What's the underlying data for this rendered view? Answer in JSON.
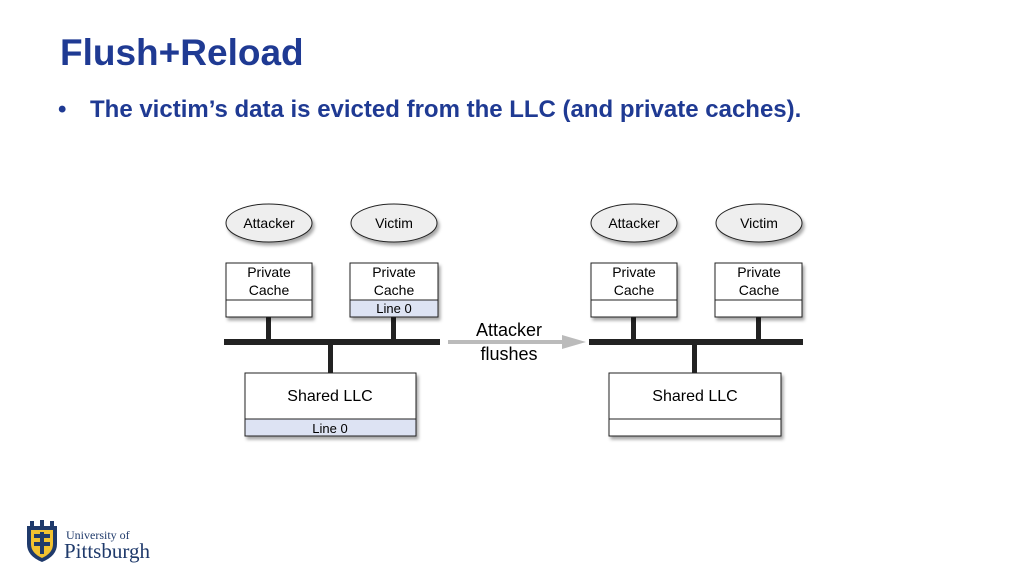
{
  "slide": {
    "title": "Flush+Reload",
    "bullet": "The victim’s data is evicted from the LLC (and private caches)."
  },
  "diagram": {
    "before": {
      "attacker_label": "Attacker",
      "victim_label": "Victim",
      "attacker_cache_label": [
        "Private",
        "Cache"
      ],
      "victim_cache_label": [
        "Private",
        "Cache"
      ],
      "victim_cache_line": "Line 0",
      "llc_label": "Shared LLC",
      "llc_line": "Line 0"
    },
    "arrow_label": [
      "Attacker",
      "flushes"
    ],
    "after": {
      "attacker_label": "Attacker",
      "victim_label": "Victim",
      "attacker_cache_label": [
        "Private",
        "Cache"
      ],
      "victim_cache_label": [
        "Private",
        "Cache"
      ],
      "llc_label": "Shared LLC"
    },
    "colors": {
      "highlight_fill": "#dde3f3",
      "ellipse_fill": "#eeeeee",
      "bus": "#222222",
      "arrow": "#bbbbbb"
    }
  },
  "logo": {
    "line1": "University of",
    "line2": "Pittsburgh",
    "icon": "university-crest-icon"
  }
}
